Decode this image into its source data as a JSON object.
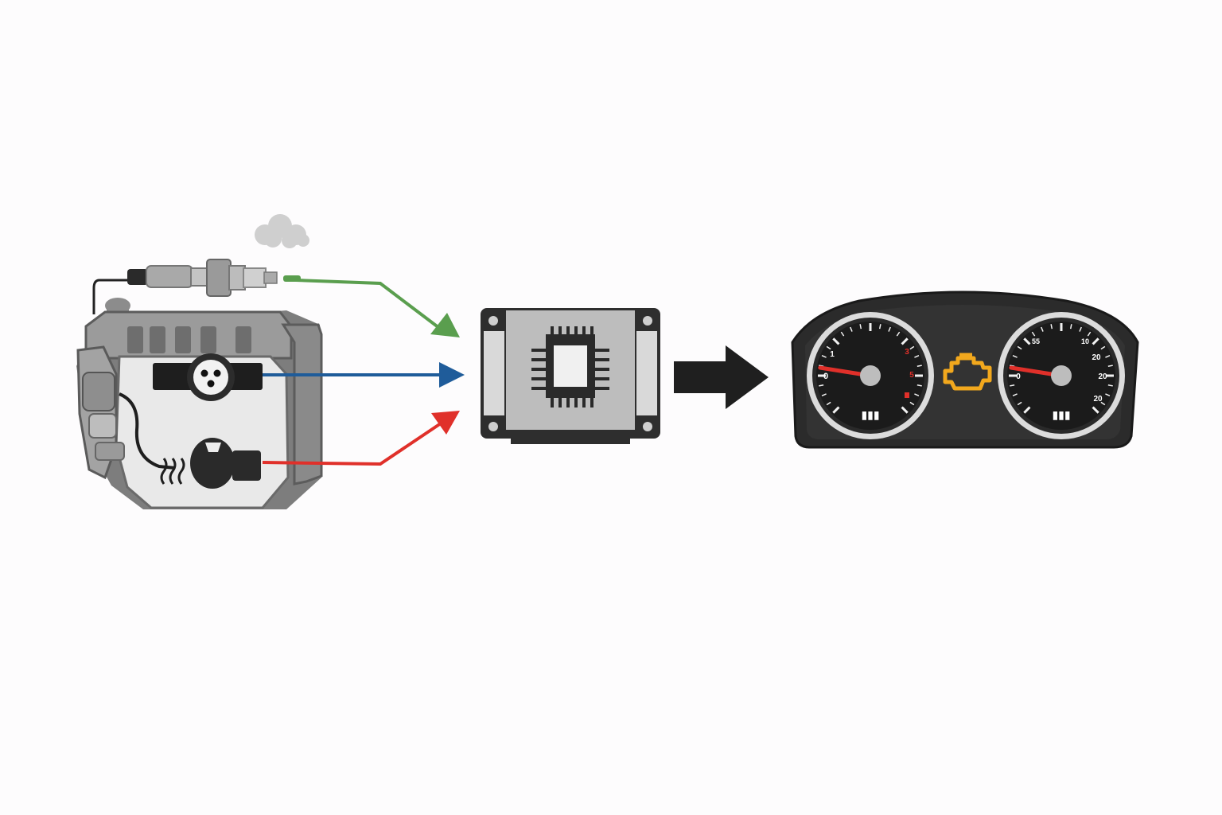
{
  "diagram": {
    "nodes": [
      {
        "id": "engine",
        "kind": "engine-with-sensors"
      },
      {
        "id": "ecu",
        "kind": "control-module-chip"
      },
      {
        "id": "dashboard",
        "kind": "instrument-cluster"
      }
    ],
    "sensors": [
      {
        "id": "oxygen-sensor",
        "signal_color": "#5a9e4e"
      },
      {
        "id": "mass-airflow-sensor",
        "signal_color": "#1f5c9a"
      },
      {
        "id": "knock-sensor",
        "signal_color": "#e0302a"
      }
    ],
    "flow_arrow_color": "#1f1f1f",
    "check_engine_color": "#f2a81d"
  },
  "dashboard": {
    "left_gauge": {
      "labels": [
        "0",
        "1",
        "3",
        "5"
      ],
      "digits": "▮▮▮",
      "needle_fraction": 0.2
    },
    "right_gauge": {
      "labels": [
        "55",
        "10",
        "20",
        "0",
        "20",
        "20"
      ],
      "digits": "▮▮▮",
      "needle_fraction": 0.2
    }
  }
}
